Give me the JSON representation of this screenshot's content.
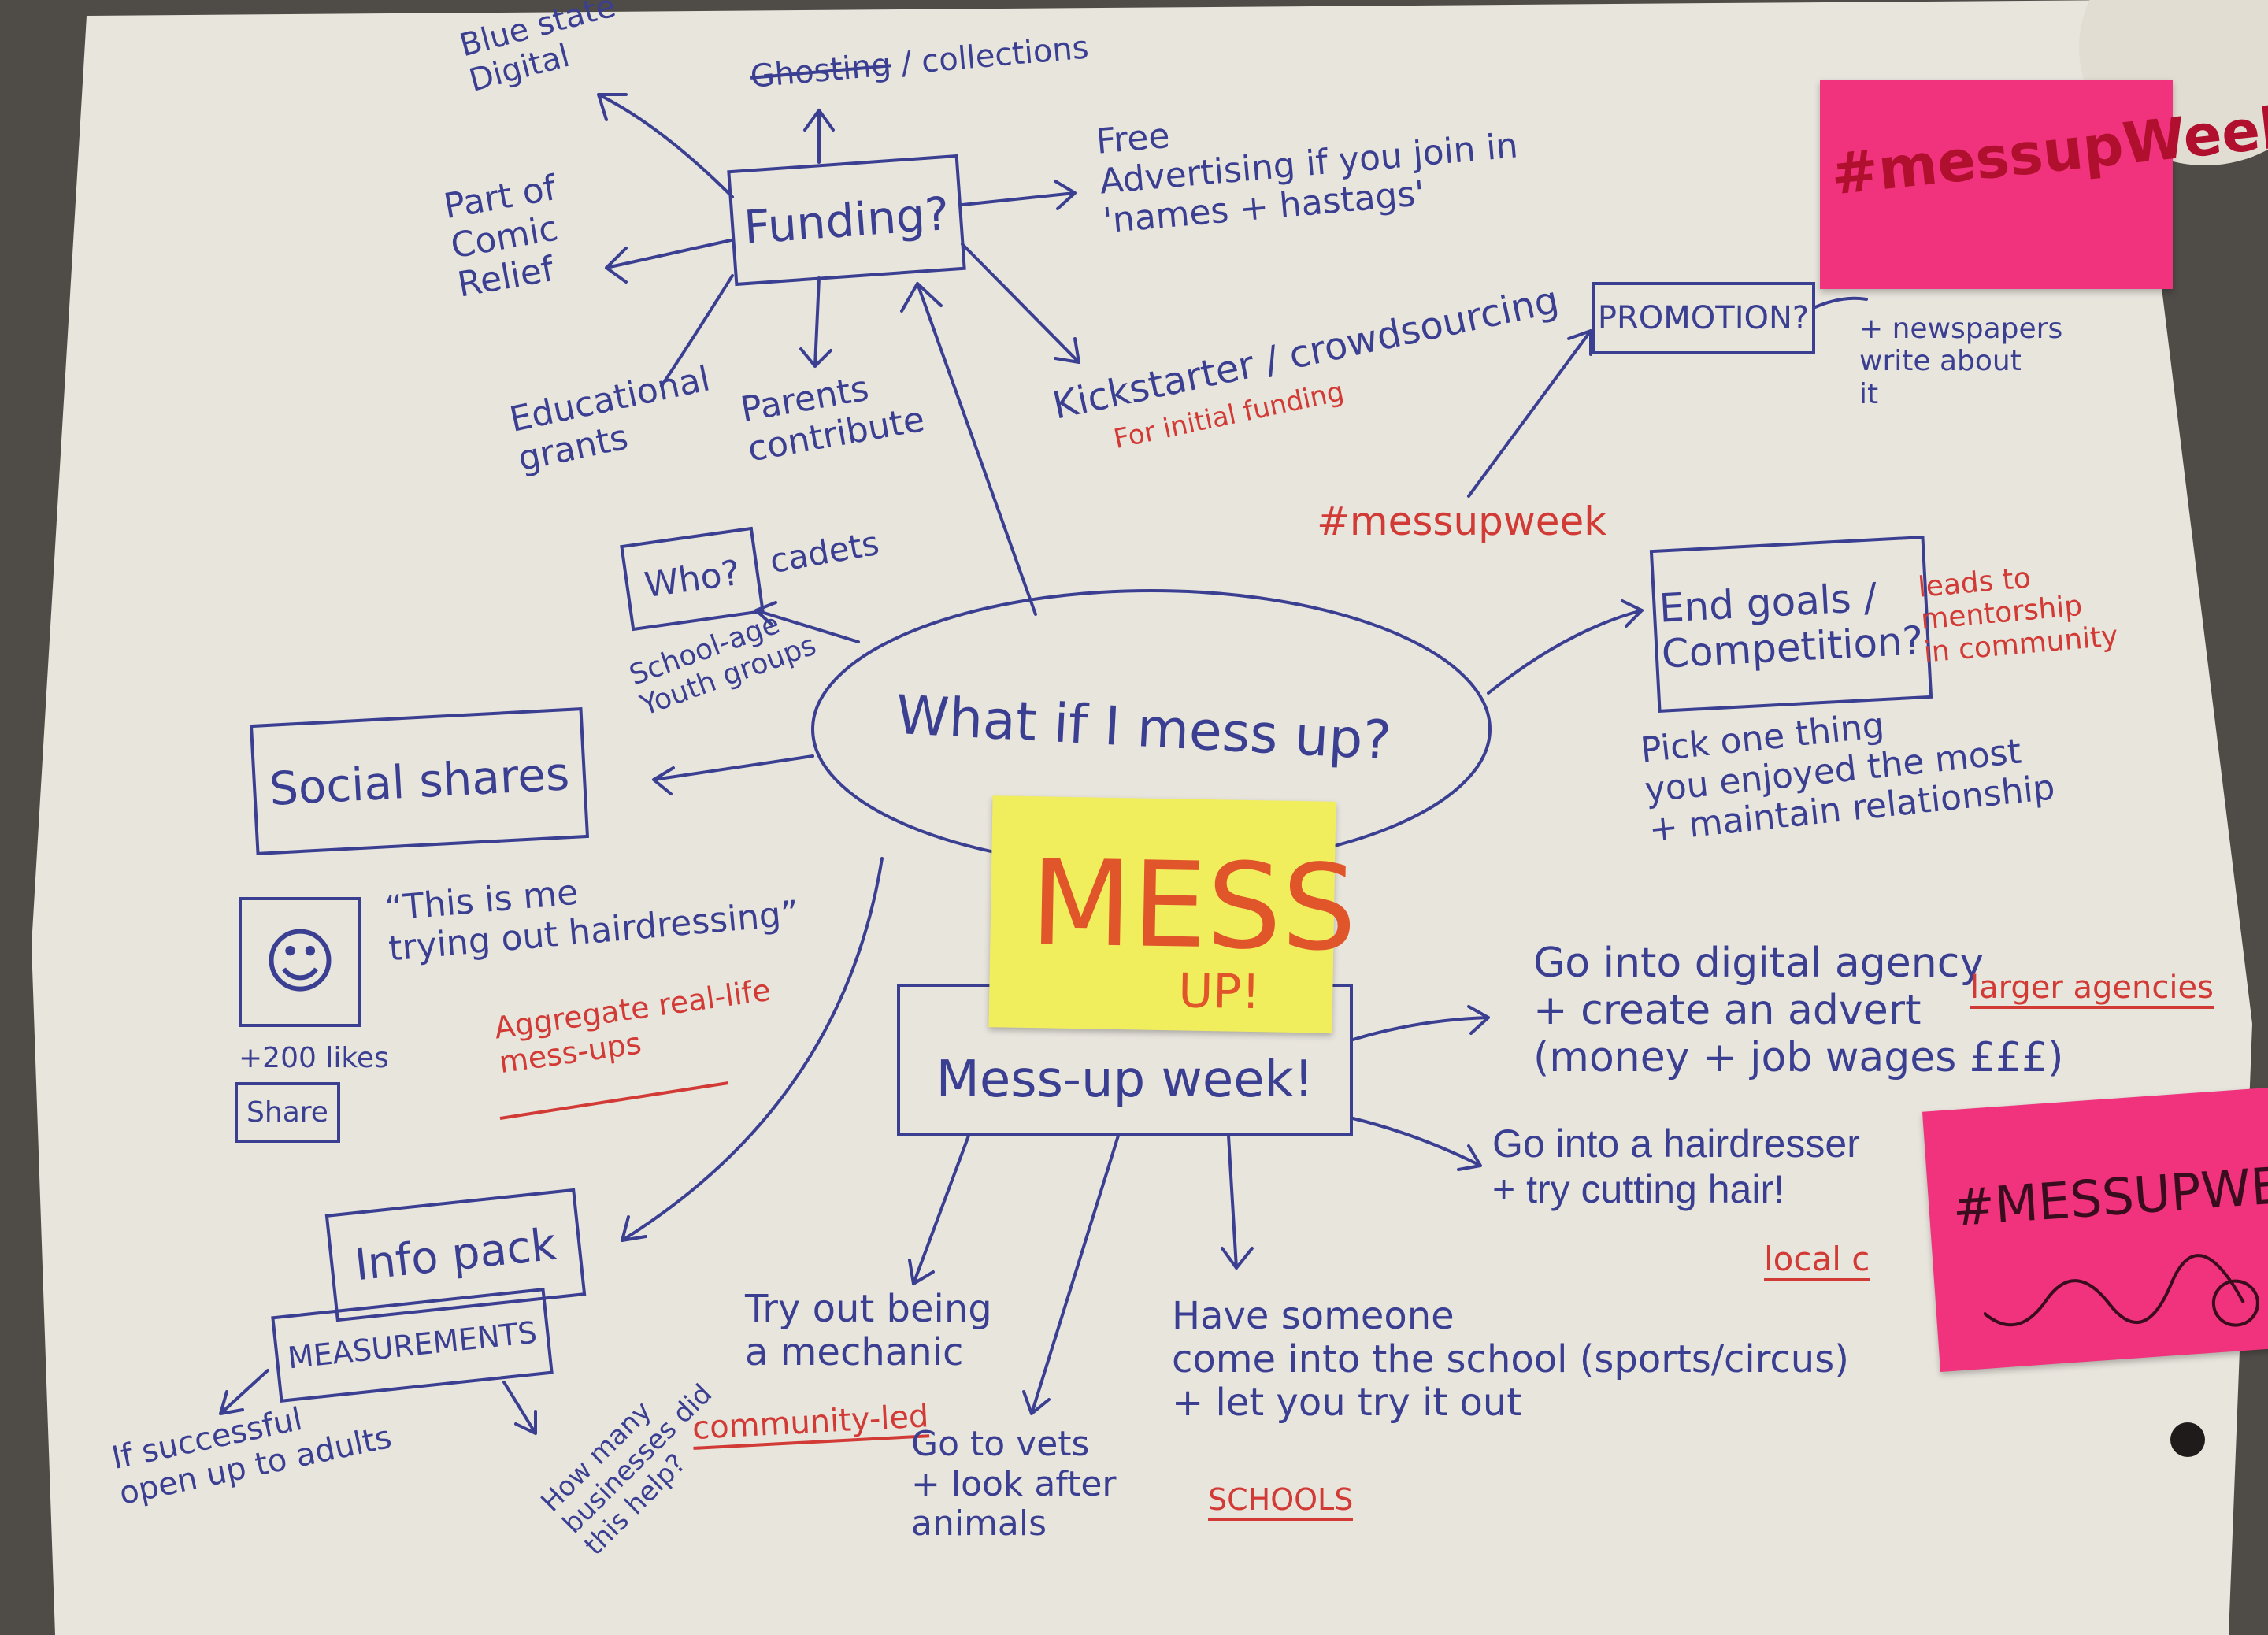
{
  "central": {
    "question": "What if I mess up?"
  },
  "funding": {
    "label": "Funding?",
    "branches": {
      "blue_state": "Blue state\nDigital",
      "ghosting": "Ghosting",
      "collections": "/ collections",
      "comic_relief": "Part of\nComic\nRelief",
      "grants": "Educational\ngrants",
      "parents": "Parents\ncontribute",
      "advertising": "Free\nAdvertising if you join in\n'names + hastags'",
      "kickstarter": "Kickstarter / crowdsourcing",
      "kickstarter_note": "For initial funding"
    }
  },
  "promotion": {
    "label": "PROMOTION?",
    "note": "+ newspapers\nwrite about\nit",
    "hashtag": "#messupweek"
  },
  "who": {
    "label": "Who?",
    "cadets": "cadets",
    "groups": "School-age\nYouth groups"
  },
  "end_goals": {
    "label": "End goals /\nCompetition?",
    "note": "leads to\nmentorship\nin community",
    "detail": "Pick one thing\nyou enjoyed the most\n+ maintain relationship"
  },
  "social": {
    "label": "Social shares",
    "quote": "“This is me\ntrying out hairdressing”",
    "likes": "+200 likes",
    "share": "Share",
    "aggregate": "Aggregate real-life\nmess-ups",
    "smiley_icon": "smiley-face"
  },
  "sticky_yellow": {
    "main": "MESS",
    "sub": "UP!"
  },
  "sticky_pink_top": "#messupWeek",
  "sticky_pink_bottom": "#MESSUPWEEK",
  "messup_week": {
    "label": "Mess-up week!",
    "digital": "Go into digital agency\n+ create an advert\n(money + job wages £££)",
    "digital_note": "larger agencies",
    "hairdresser": "Go into a hairdresser\n+ try cutting hair!",
    "hairdresser_note": "local c",
    "mechanic": "Try out being\na mechanic",
    "mechanic_note": "community-led",
    "vets": "Go to vets\n+ look after\nanimals",
    "school": "Have someone\ncome into the school (sports/circus)\n+ let you try it out",
    "school_note": "SCHOOLS"
  },
  "info": {
    "label": "Info pack",
    "measurements": "MEASUREMENTS",
    "adults": "If successful\nopen up to adults",
    "businesses": "How many\nbusinesses did\nthis help?"
  },
  "colors": {
    "ink_blue": "#3b3f92",
    "ink_red": "#d23a36",
    "paper": "#e8e5dd",
    "pink": "#f0337c",
    "yellow": "#f1ee5e"
  }
}
